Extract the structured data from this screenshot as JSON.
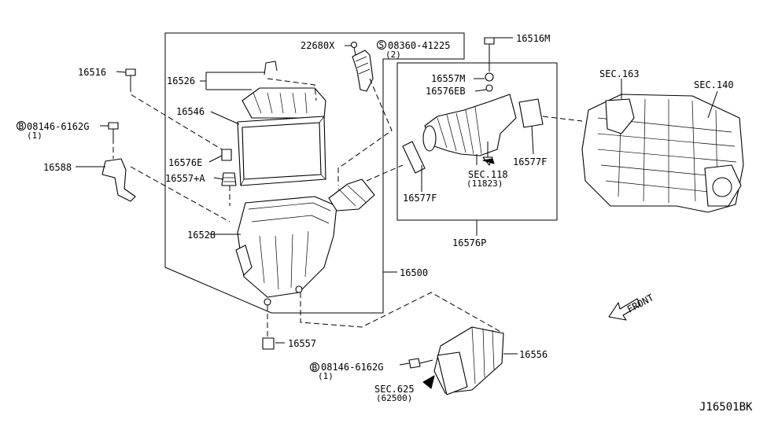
{
  "diagram": {
    "id": "J16501BK",
    "front_label": "FRONT",
    "labels": {
      "p16516": "16516",
      "p16526": "16526",
      "p16546": "16546",
      "p08146a": "08146-6162G",
      "p08146a_qty": "(1)",
      "p16576e": "16576E",
      "p16557a": "16557+A",
      "p16588": "16588",
      "p16528": "16528",
      "p16500": "16500",
      "p16557": "16557",
      "p22680x": "22680X",
      "p08360": "08360-41225",
      "p08360_qty": "(2)",
      "p16516m": "16516M",
      "p16557m": "16557M",
      "p16576eb": "16576EB",
      "p16577f_r": "16577F",
      "p16577f_l": "16577F",
      "sec118": "SEC.118",
      "sec118_sub": "(11823)",
      "p16576p": "16576P",
      "sec163": "SEC.163",
      "sec140": "SEC.140",
      "p16556": "16556",
      "p08146b": "08146-6162G",
      "p08146b_qty": "(1)",
      "sec625": "SEC.625",
      "sec625_sub": "(62500)"
    },
    "bolt_symbol_b": "B",
    "bolt_symbol_s": "S"
  }
}
